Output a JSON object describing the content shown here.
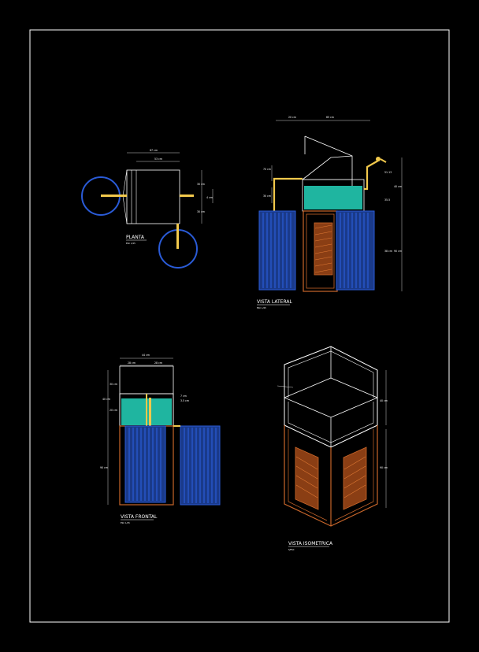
{
  "colors": {
    "background": "#000000",
    "frame": "#ffffff",
    "line": "#ffffff",
    "pipe": "#f2c94c",
    "water": "#1fb5a0",
    "panel": "#2a5bd7",
    "panel_dark": "#1a3a8a",
    "frame_wood": "#c9662a",
    "circle": "#2a5bd7"
  },
  "views": {
    "plan": {
      "title": "PLANTA",
      "scale": "ESC 1/25",
      "dims": [
        "67 cm",
        "53 cm",
        "30 cm",
        "30 cm",
        "4 cm"
      ]
    },
    "side": {
      "title": "VISTA LATERAL",
      "scale": "ESC 1/25",
      "dims": [
        "20 cm",
        "65 cm",
        "70 cm",
        "30 cm",
        "40 cm",
        "51.13",
        "35.5",
        "38 cm",
        "90 cm"
      ]
    },
    "front": {
      "title": "VISTA FRONTAL",
      "scale": "ESC 1/25",
      "dims": [
        "44 cm",
        "28 cm",
        "28 cm",
        "30 cm",
        "40 cm",
        "20 cm",
        "90 cm",
        "7 cm",
        "3.5 cm"
      ]
    },
    "iso": {
      "title": "VISTA ISOMETRICA",
      "scale": "S/ESC",
      "dims": [
        "40 cm",
        "90 cm"
      ]
    }
  }
}
